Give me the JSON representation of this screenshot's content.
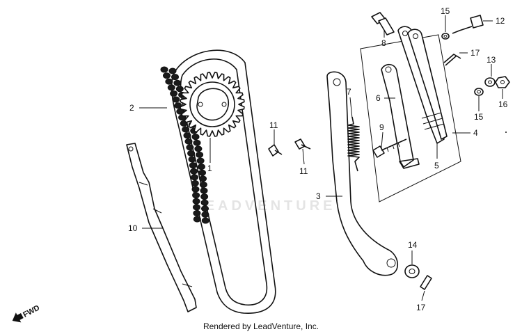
{
  "diagram": {
    "watermark": "LEADVENTURE",
    "footer": "Rendered by LeadVenture, Inc.",
    "direction_label": "FWD",
    "callouts": [
      {
        "id": "c1",
        "text": "1"
      },
      {
        "id": "c2",
        "text": "2"
      },
      {
        "id": "c3",
        "text": "3"
      },
      {
        "id": "c4",
        "text": "4"
      },
      {
        "id": "c5",
        "text": "5"
      },
      {
        "id": "c6",
        "text": "6"
      },
      {
        "id": "c7",
        "text": "7"
      },
      {
        "id": "c8",
        "text": "8"
      },
      {
        "id": "c9",
        "text": "9"
      },
      {
        "id": "c10",
        "text": "10"
      },
      {
        "id": "c11a",
        "text": "11"
      },
      {
        "id": "c11b",
        "text": "11"
      },
      {
        "id": "c12",
        "text": "12"
      },
      {
        "id": "c13",
        "text": "13"
      },
      {
        "id": "c14",
        "text": "14"
      },
      {
        "id": "c15a",
        "text": "15"
      },
      {
        "id": "c15b",
        "text": "15"
      },
      {
        "id": "c16",
        "text": "16"
      },
      {
        "id": "c17a",
        "text": "17"
      },
      {
        "id": "c17b",
        "text": "17"
      }
    ]
  }
}
